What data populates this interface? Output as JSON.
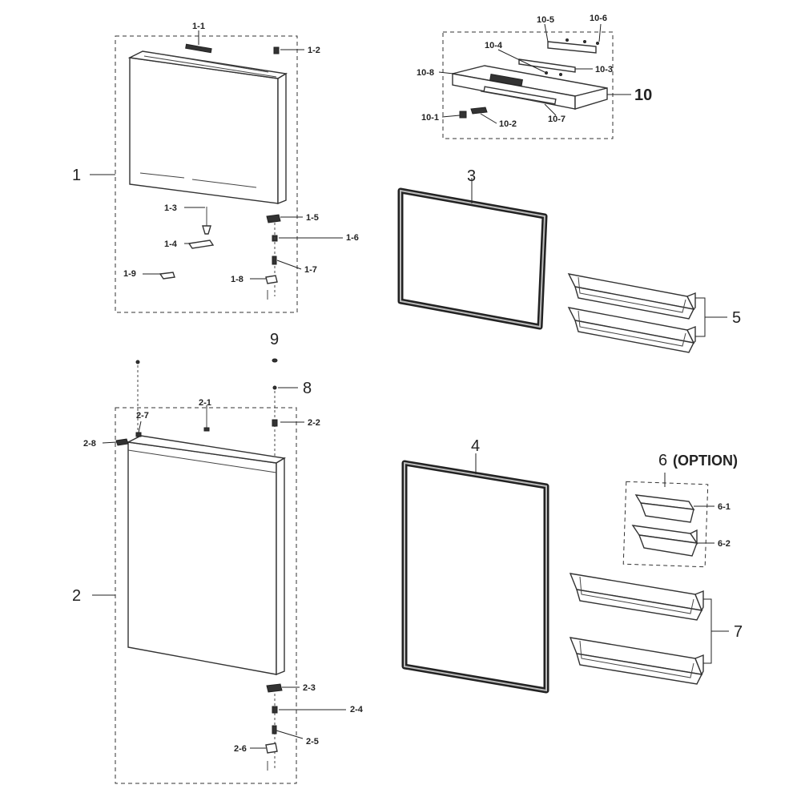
{
  "labels": {
    "p1": "1",
    "p1_1": "1-1",
    "p1_2": "1-2",
    "p1_3": "1-3",
    "p1_4": "1-4",
    "p1_5": "1-5",
    "p1_6": "1-6",
    "p1_7": "1-7",
    "p1_8": "1-8",
    "p1_9": "1-9",
    "p2": "2",
    "p2_1": "2-1",
    "p2_2": "2-2",
    "p2_3": "2-3",
    "p2_4": "2-4",
    "p2_5": "2-5",
    "p2_6": "2-6",
    "p2_7": "2-7",
    "p2_8": "2-8",
    "p3": "3",
    "p4": "4",
    "p5": "5",
    "p6": "6",
    "p6_option": "(OPTION)",
    "p6_1": "6-1",
    "p6_2": "6-2",
    "p7": "7",
    "p8": "8",
    "p9": "9",
    "p10": "10",
    "p10_1": "10-1",
    "p10_2": "10-2",
    "p10_3": "10-3",
    "p10_4": "10-4",
    "p10_5": "10-5",
    "p10_6": "10-6",
    "p10_7": "10-7",
    "p10_8": "10-8"
  }
}
